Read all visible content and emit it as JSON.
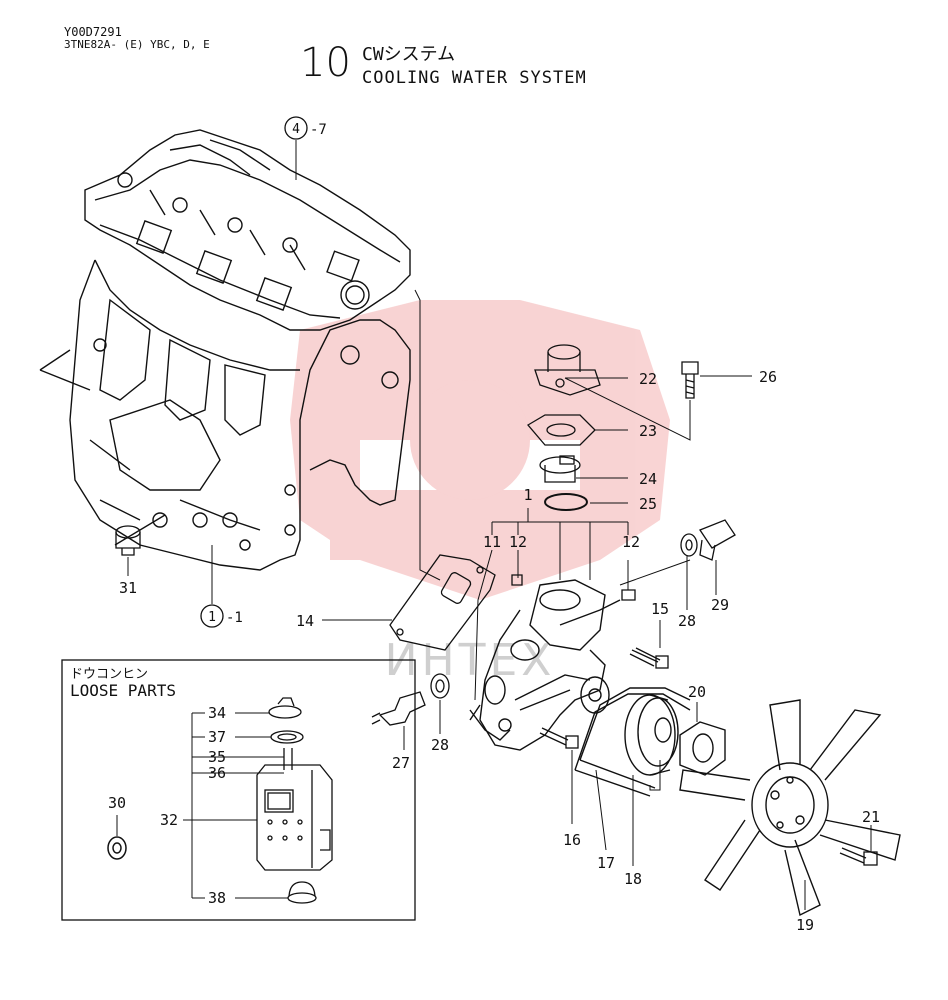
{
  "header": {
    "code": "Y00D7291",
    "model": "3TNE82A- (E) YBC, D, E",
    "section_number": "10",
    "title_jp": "CWシステム",
    "title_en": "COOLING WATER SYSTEM"
  },
  "references": {
    "ref_top_circle": "4",
    "ref_top_suffix": "-7",
    "ref_bottom_circle": "1",
    "ref_bottom_suffix": "-1"
  },
  "loose_parts": {
    "title_jp": "ドウコンヒン",
    "title_en": "LOOSE PARTS"
  },
  "callouts": {
    "c1": "1",
    "c11": "11",
    "c12a": "12",
    "c12b": "12",
    "c14": "14",
    "c15": "15",
    "c16": "16",
    "c17": "17",
    "c18": "18",
    "c19": "19",
    "c20": "20",
    "c21": "21",
    "c22": "22",
    "c23": "23",
    "c24": "24",
    "c25": "25",
    "c26": "26",
    "c27": "27",
    "c28a": "28",
    "c28b": "28",
    "c29": "29",
    "c30": "30",
    "c31": "31",
    "c32": "32",
    "c34": "34",
    "c35": "35",
    "c36": "36",
    "c37": "37",
    "c38": "38"
  },
  "watermark": {
    "text": "ИНТЕХ",
    "color": "#e02020"
  },
  "colors": {
    "line": "#111111",
    "watermark": "#e23a3a"
  }
}
